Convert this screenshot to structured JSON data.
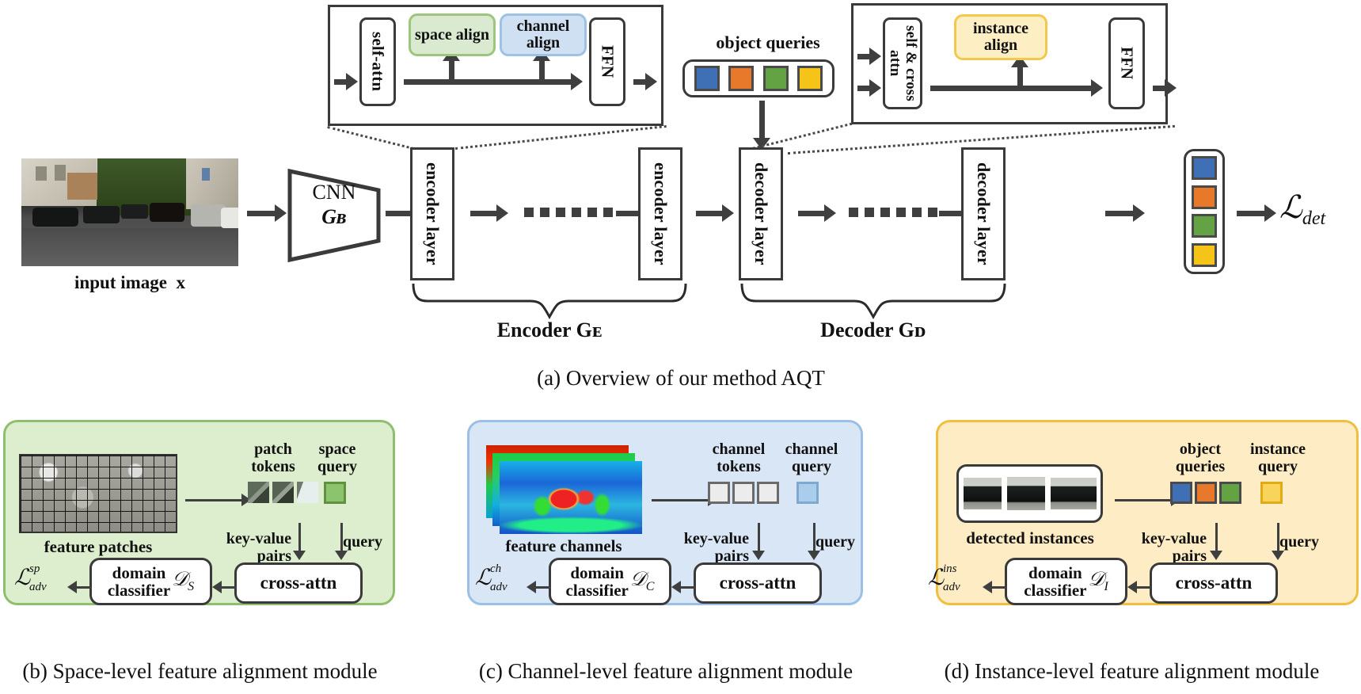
{
  "figure": {
    "encoder_detail": {
      "self_attn": "self-attn",
      "space_align": "space align",
      "channel_align": "channel align",
      "ffn": "FFN"
    },
    "decoder_detail": {
      "self_cross_attn": "self & cross attn",
      "instance_align": "instance align",
      "ffn": "FFN"
    },
    "object_queries_label": "object queries",
    "pipeline": {
      "input_image_caption": "input image  x",
      "cnn_line1": "CNN",
      "cnn_line2": "Gʙ",
      "encoder_layer_first": "encoder layer",
      "encoder_layer_last": "encoder layer",
      "decoder_layer_first": "decoder layer",
      "decoder_layer_last": "decoder layer",
      "encoder_brace_label": "Encoder Gᴇ",
      "decoder_brace_label": "Decoder Gᴅ",
      "det_loss": "ℒdet"
    },
    "caption_a": "(a) Overview of our method AQT",
    "caption_b": "(b) Space-level feature alignment module",
    "caption_c": "(c) Channel-level feature alignment module",
    "caption_d": "(d) Instance-level feature alignment module",
    "panel_b": {
      "source_caption": "feature patches",
      "tokens_label": "patch\ntokens",
      "query_label": "space\nquery",
      "tokens_label_l1": "patch",
      "tokens_label_l2": "tokens",
      "query_label_l1": "space",
      "query_label_l2": "query",
      "kv_label_l1": "key-value",
      "kv_label_l2": "pairs",
      "query_arrow_label": "query",
      "cross_attn": "cross-attn",
      "classifier_l1": "domain",
      "classifier_l2": "classifier",
      "classifier_symbol": "𝒟ꜱ",
      "loss": "ℒsp adv"
    },
    "panel_c": {
      "source_caption": "feature channels",
      "tokens_label_l1": "channel",
      "tokens_label_l2": "tokens",
      "query_label_l1": "channel",
      "query_label_l2": "query",
      "kv_label_l1": "key-value",
      "kv_label_l2": "pairs",
      "query_arrow_label": "query",
      "cross_attn": "cross-attn",
      "classifier_l1": "domain",
      "classifier_l2": "classifier",
      "classifier_symbol": "𝒟꜀",
      "loss": "ℒch adv"
    },
    "panel_d": {
      "source_caption": "detected instances",
      "tokens_label_l1": "object",
      "tokens_label_l2": "queries",
      "query_label_l1": "instance",
      "query_label_l2": "query",
      "kv_label_l1": "key-value",
      "kv_label_l2": "pairs",
      "query_arrow_label": "query",
      "cross_attn": "cross-attn",
      "classifier_l1": "domain",
      "classifier_l2": "classifier",
      "classifier_symbol": "𝒟ɪ",
      "loss": "ℒins adv"
    },
    "colors": {
      "query_blue": "#3f6fb5",
      "query_orange": "#e8782a",
      "query_green": "#64a343",
      "query_yellow": "#f5c418",
      "space_align_bg": "#d9ead0",
      "space_align_border": "#9cc67e",
      "channel_align_bg": "#cfe0f2",
      "channel_align_border": "#9dc2e6",
      "instance_align_bg": "#fdeec4",
      "instance_align_border": "#f2c94c",
      "panel_green_bg": "#dceecd",
      "panel_blue_bg": "#d9e6f5",
      "panel_amber_bg": "#fdecc4",
      "stroke": "#3a3a3a",
      "channel_token_bg": "#ececec",
      "channel_query_bg": "#aacdeb"
    }
  }
}
